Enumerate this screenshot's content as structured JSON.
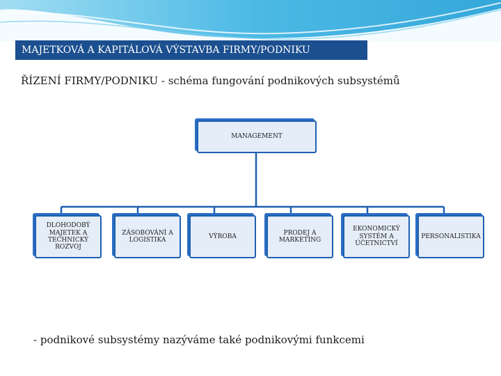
{
  "slide": {
    "title": "MAJETKOVÁ A KAPITÁLOVÁ VÝSTAVBA FIRMY/PODNIKU",
    "subtitle": "ŘÍZENÍ FIRMY/PODNIKU  - schéma fungování podnikových subsystémů",
    "footnote": "- podnikové subsystémy nazýváme také podnikovými funkcemi"
  },
  "diagram": {
    "root": "MANAGEMENT",
    "children": [
      "DLOHODOBÝ MAJETEK A TECHNICKÝ ROZVOJ",
      "ZÁSOBOVÁNÍ A LOGISTIKA",
      "VÝROBA",
      "PRODEJ A MARKETING",
      "EKONOMICKÝ SYSTÉM A ÚČETNICTVÍ",
      "PERSONALISTIKA"
    ]
  },
  "colors": {
    "title_bar": "#1b4f8f",
    "box_fill": "#e4edf8",
    "box_border": "#1f5fb0",
    "connector": "#1f5fb0",
    "header_wave": "#5bc4e8"
  }
}
